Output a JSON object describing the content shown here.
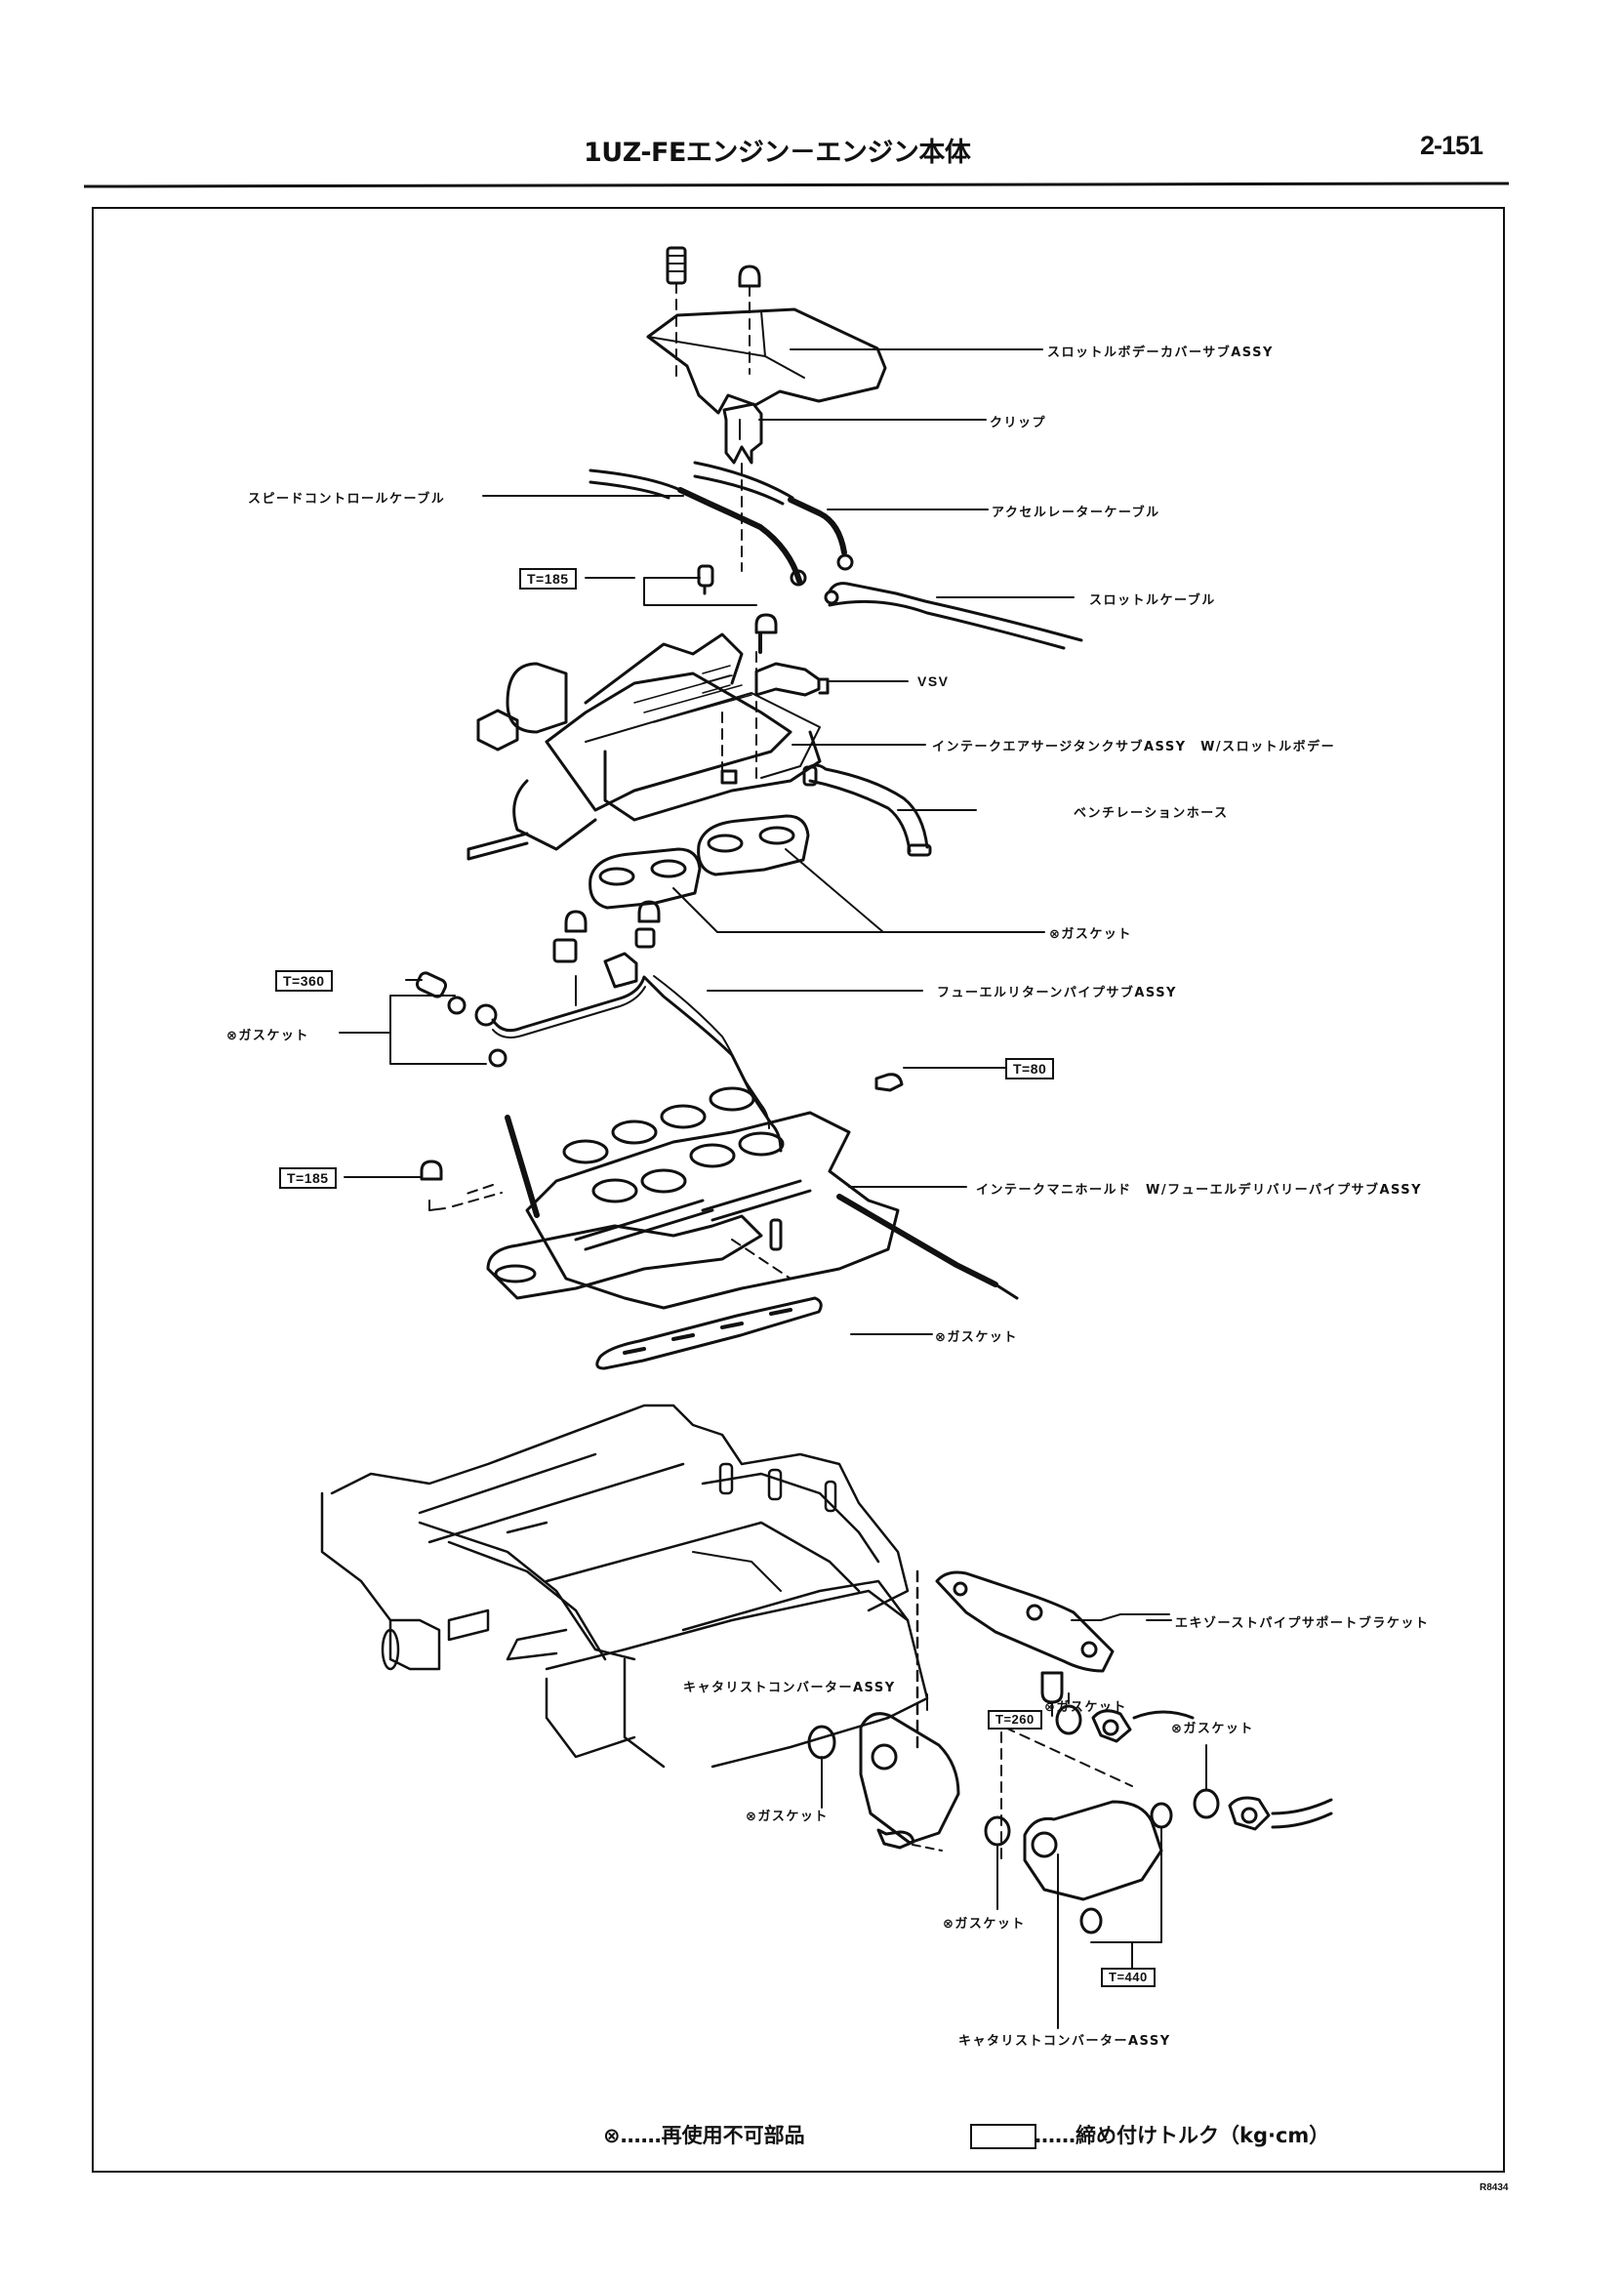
{
  "header": {
    "title": "1UZ-FEエンジン－エンジン本体",
    "page_number": "2-151"
  },
  "labels": {
    "throttle_cover": "スロットルボデーカバーサブASSY",
    "clip": "クリップ",
    "speed_control_cable": "スピードコントロールケーブル",
    "accelerator_cable": "アクセルレーターケーブル",
    "throttle_cable": "スロットルケーブル",
    "vsv": "VSV",
    "surge_tank": "インテークエアサージタンクサブASSY　W/スロットルボデー",
    "ventilation_hose": "ベンチレーションホース",
    "gasket_surge": "ガスケット",
    "fuel_return_pipe": "フューエルリターンパイプサブASSY",
    "gasket_fuel": "ガスケット",
    "intake_manifold": "インテークマニホールド　W/フューエルデリバリーパイプサブASSY",
    "gasket_manifold": "ガスケット",
    "exhaust_bracket": "エキゾーストパイプサポートブラケット",
    "catalyst_left": "キャタリストコンバーターASSY",
    "gasket_ex1": "ガスケット",
    "gasket_ex2": "ガスケット",
    "gasket_ex3": "ガスケット",
    "gasket_ex4": "ガスケット",
    "catalyst_right": "キャタリストコンバーターASSY"
  },
  "non_reusable_mark": "⊗",
  "torques": {
    "t185_top": "T=185",
    "t360": "T=360",
    "t80": "T=80",
    "t185_mid": "T=185",
    "t260": "T=260",
    "t440": "T=440"
  },
  "legend": {
    "non_reusable_symbol": "⊗",
    "non_reusable_text": "……再使用不可部品",
    "torque_text": "……締め付けトルク（kg·cm）"
  },
  "figure_code": "R8434"
}
